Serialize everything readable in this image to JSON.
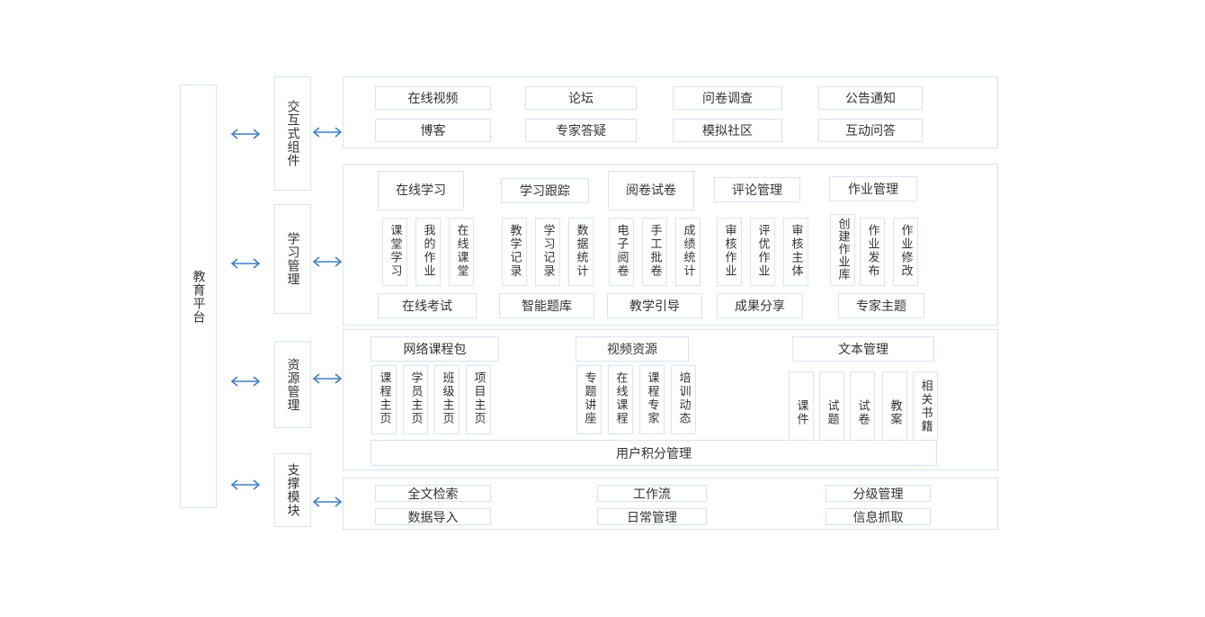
{
  "platform": "教育平台",
  "modules": [
    {
      "name": "交互式组件"
    },
    {
      "name": "学习管理"
    },
    {
      "name": "资源管理"
    },
    {
      "name": "支撑模块"
    }
  ],
  "interactive": {
    "items": [
      "在线视频",
      "论坛",
      "问卷调查",
      "公告通知",
      "博客",
      "专家答疑",
      "模拟社区",
      "互动问答"
    ]
  },
  "learning": {
    "groups": [
      {
        "title": "在线学习",
        "items": [
          "课堂学习",
          "我的作业",
          "在线课堂"
        ],
        "footer": "在线考试"
      },
      {
        "title": "学习跟踪",
        "items": [
          "教学记录",
          "学习记录",
          "数据统计"
        ],
        "footer": "智能题库"
      },
      {
        "title": "阅卷试卷",
        "items": [
          "电子阅卷",
          "手工批卷",
          "成绩统计"
        ],
        "footer": "教学引导"
      },
      {
        "title": "评论管理",
        "items": [
          "审核作业",
          "评优作业",
          "审核主体"
        ],
        "footer": "成果分享"
      },
      {
        "title": "作业管理",
        "items": [
          "创建作业库",
          "作业发布",
          "作业修改"
        ],
        "footer": "专家主题"
      }
    ]
  },
  "resources": {
    "groups": [
      {
        "title": "网络课程包",
        "items": [
          "课程主页",
          "学员主页",
          "班级主页",
          "项目主页"
        ]
      },
      {
        "title": "视频资源",
        "items": [
          "专题讲座",
          "在线课程",
          "课程专家",
          "培训动态"
        ]
      },
      {
        "title": "文本管理",
        "items": [
          "课件",
          "试题",
          "试卷",
          "教案",
          "相关书籍"
        ]
      }
    ],
    "footer": "用户积分管理"
  },
  "support": {
    "items": [
      "全文检索",
      "工作流",
      "分级管理",
      "数据导入",
      "日常管理",
      "信息抓取"
    ]
  },
  "colors": {
    "border": "#d7e5f3",
    "arrow": "#3f7fc5"
  }
}
